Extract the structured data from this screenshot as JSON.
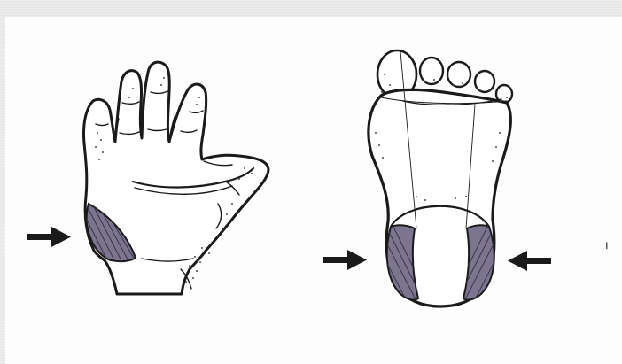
{
  "figure": {
    "side_mark": "ı",
    "colors": {
      "page_background": "#ececec",
      "panel_background": "#fdfdfd",
      "line_ink": "#1a1a1a",
      "shaded_area": "#7d7490"
    },
    "elements": {
      "hand": "palm-of-hand-drawing",
      "foot": "sole-of-foot-drawing",
      "arrows": [
        "hand-left-arrow",
        "foot-left-arrow",
        "foot-right-arrow"
      ]
    }
  }
}
